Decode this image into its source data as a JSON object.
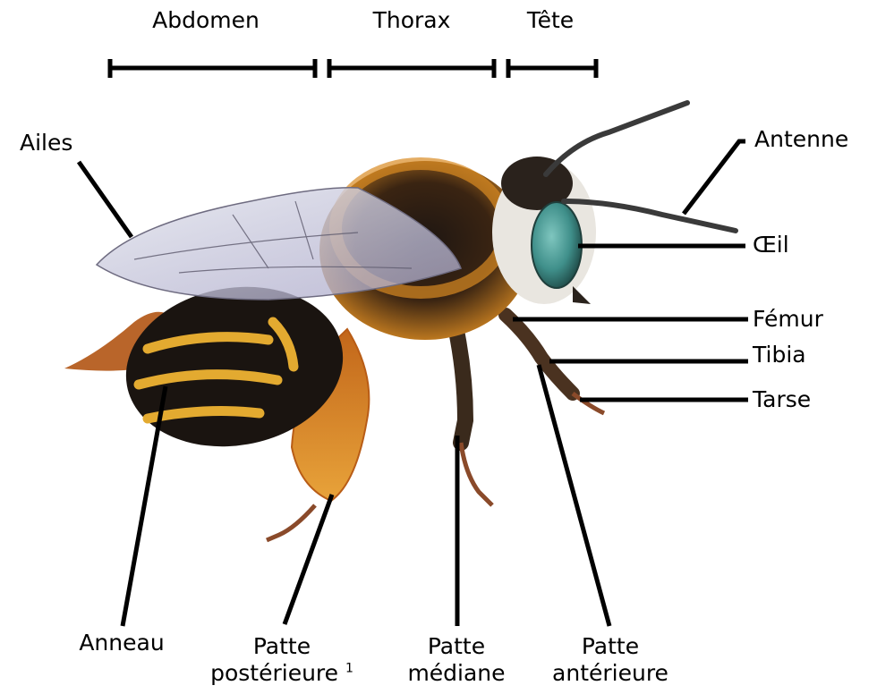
{
  "segments": {
    "abdomen": "Abdomen",
    "thorax": "Thorax",
    "head": "Tête"
  },
  "labels": {
    "wings": "Ailes",
    "antenna": "Antenne",
    "eye": "Œil",
    "femur": "Fémur",
    "tibia": "Tibia",
    "tarsus": "Tarse",
    "ring": "Anneau",
    "hind_leg_line1": "Patte",
    "hind_leg_line2": "postérieure",
    "hind_leg_footnote": "1",
    "mid_leg_line1": "Patte",
    "mid_leg_line2": "médiane",
    "front_leg_line1": "Patte",
    "front_leg_line2": "antérieure"
  },
  "colors": {
    "line": "#000000",
    "fur_orange": "#d9861a",
    "fur_yellow": "#e8b43a",
    "body_black": "#1a1410",
    "eye_teal": "#3f8f8a",
    "wing": "#c9cdd8"
  }
}
